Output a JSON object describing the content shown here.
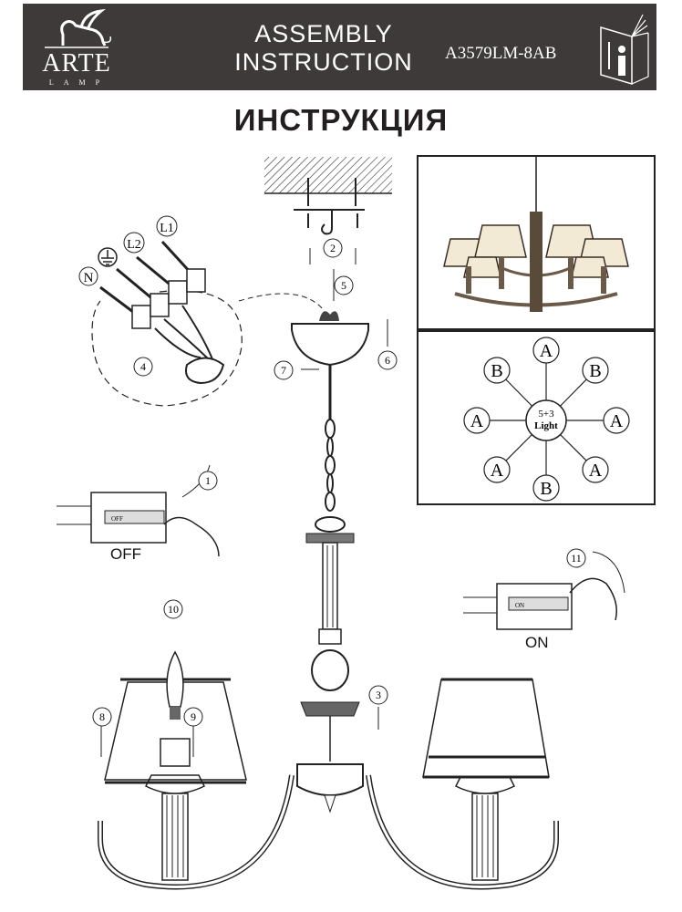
{
  "header": {
    "brand": "ARTE",
    "brand_sub": "LAMP",
    "title_line1": "ASSEMBLY",
    "title_line2": "INSTRUCTION",
    "model": "A3579LM-8AB",
    "info_icon": "info-book-icon"
  },
  "title": "ИНСТРУКЦИЯ",
  "steps": {
    "s1": "1",
    "s2": "2",
    "s3": "3",
    "s4": "4",
    "s5": "5",
    "s6": "6",
    "s7": "7",
    "s8": "8",
    "s9": "9",
    "s10": "10",
    "s11": "11"
  },
  "wires": {
    "neutral": "N",
    "l1": "L1",
    "l2": "L2",
    "ground_icon": "ground-icon"
  },
  "switch": {
    "off_label": "OFF",
    "on_label": "ON",
    "off_mark": "OFF",
    "on_mark": "ON"
  },
  "layout_diagram": {
    "center_line1": "5+3",
    "center_line2": "Light",
    "nodes": [
      "A",
      "B",
      "B",
      "A",
      "A",
      "A",
      "A",
      "B"
    ]
  },
  "colors": {
    "header_bg": "#3d3a39",
    "shade": "#f3ead6",
    "metal": "#5a4a3a"
  }
}
